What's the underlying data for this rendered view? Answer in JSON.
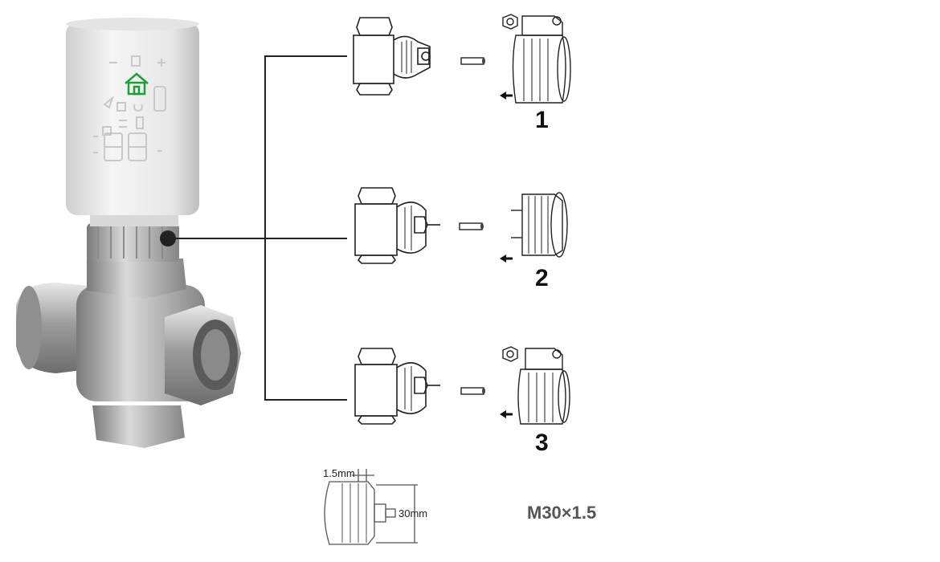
{
  "adapters": [
    {
      "number": "1"
    },
    {
      "number": "2"
    },
    {
      "number": "3"
    }
  ],
  "thread_dimension": {
    "pitch_label": "1.5mm",
    "diameter_label": "30mm"
  },
  "thread_spec": "M30×1.5",
  "colors": {
    "display_icon": "#1e9e3a",
    "line": "#222222",
    "body_white": "#eeeeee",
    "metal": "#9a9a9a"
  }
}
